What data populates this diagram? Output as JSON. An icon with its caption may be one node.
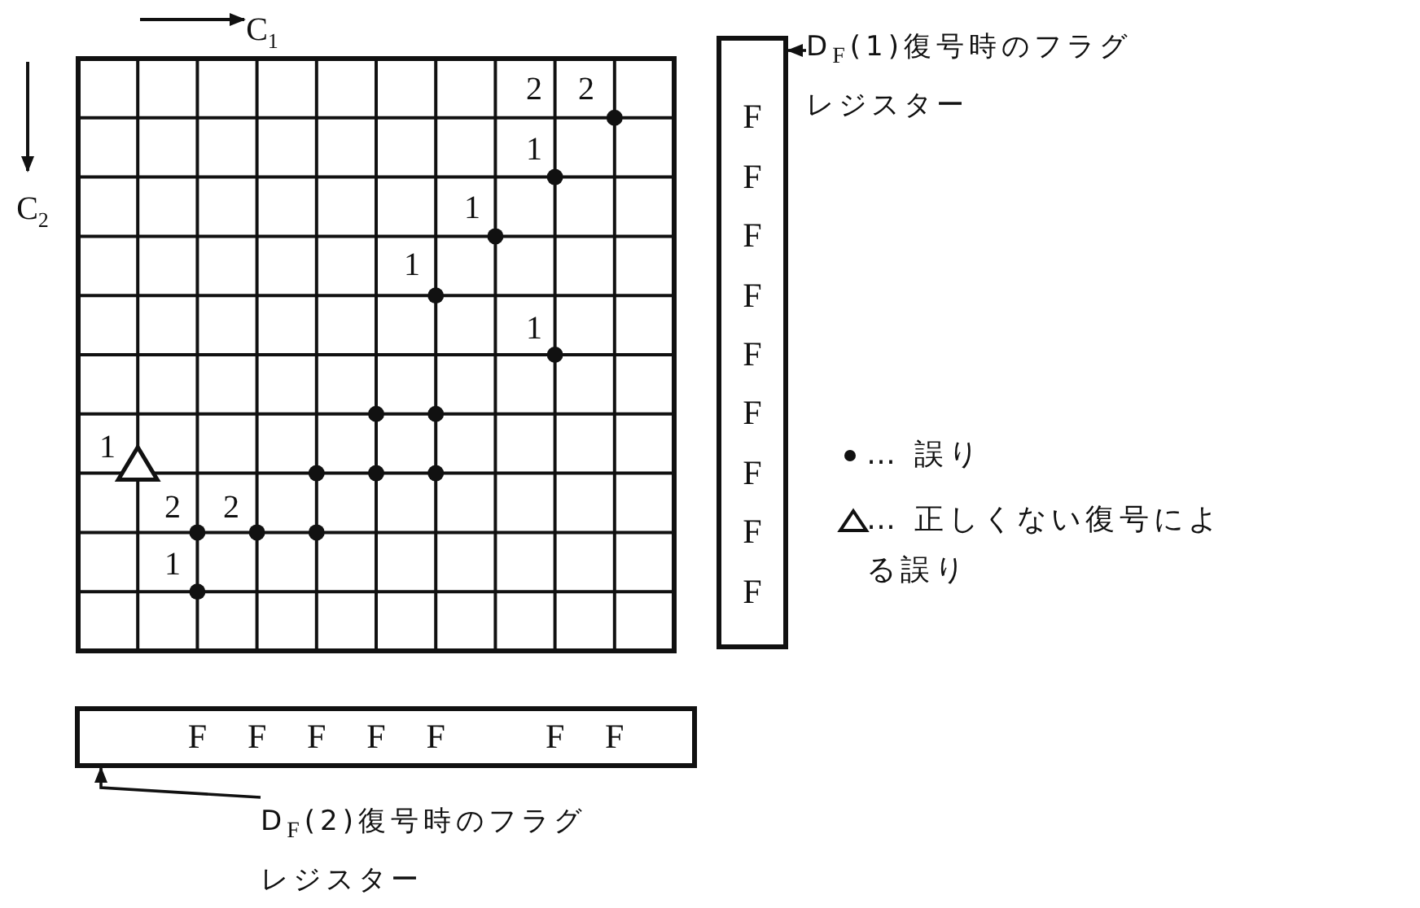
{
  "diagram": {
    "nodes": [
      {
        "text": [
          "F",
          "F",
          "F",
          "F",
          "F",
          "F",
          "F",
          "F",
          "F"
        ]
      },
      {
        "text": [
          "D$_{F}$(1)復号時のフラグレジスター"
        ]
      },
      {
        "text": [
          "F",
          "F",
          "F",
          "F",
          "F",
          "F",
          "F"
        ]
      },
      {
        "text": [
          "D$_{F}$(2)復号時のフラグレジスター"
        ]
      }
    ],
    "edges": [
      {
        "from": 1,
        "to": 0,
        "arrow": "to"
      },
      {
        "from": 3,
        "to": 2,
        "arrow": "to"
      }
    ],
    "labels": [
      "C$_{1}$",
      "C$_{2}$",
      "2",
      "2",
      "1",
      "1",
      "1",
      "1",
      "1",
      "2",
      "2",
      "1"
    ],
    "legend": [
      {
        "text": "… 誤り"
      },
      {
        "text": "… 正しくない復号による誤り"
      }
    ]
  }
}
